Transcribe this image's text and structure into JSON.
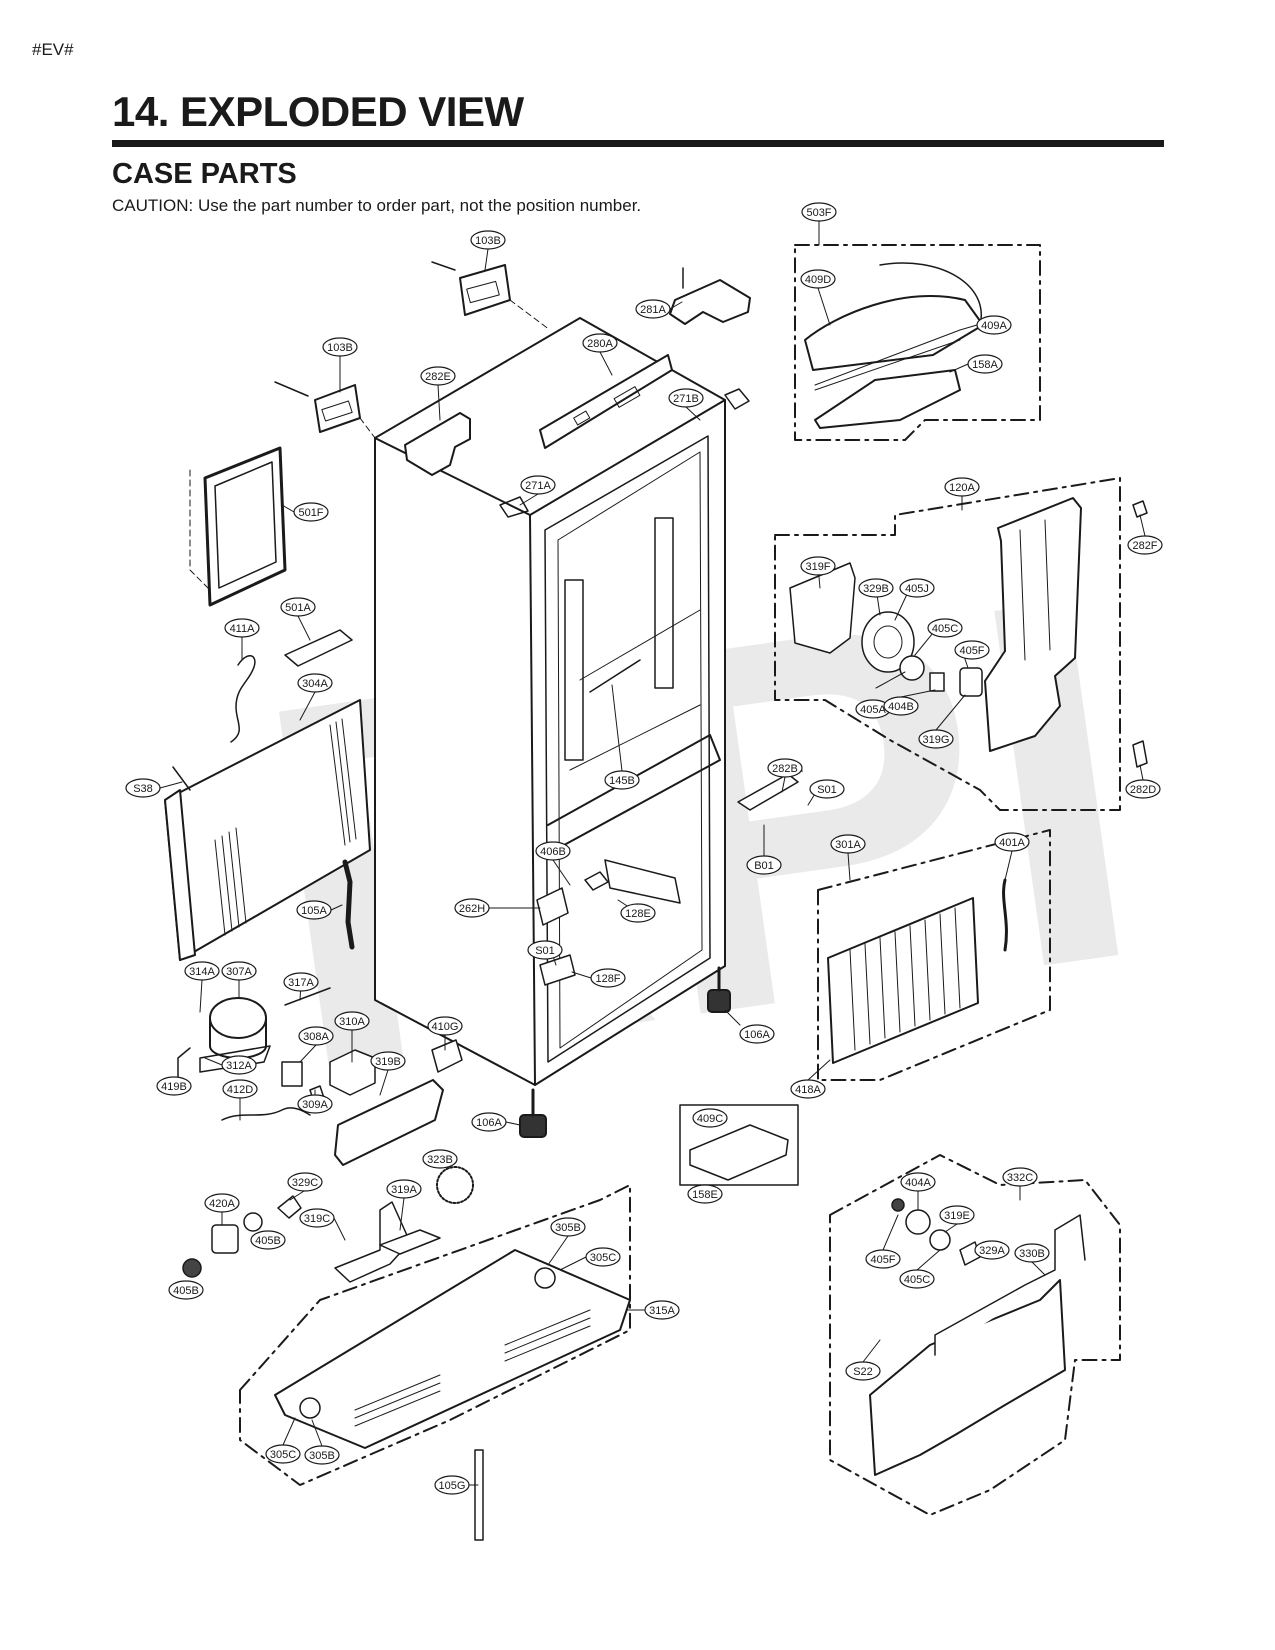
{
  "header": {
    "tag": "#EV#",
    "title": "14. EXPLODED VIEW",
    "subtitle": "CASE PARTS",
    "caution": "CAUTION: Use the part number to order part, not the position number."
  },
  "watermark": "RPI",
  "colors": {
    "ink": "#1a1a1a",
    "paper": "#ffffff",
    "watermark": "#d9d9d9"
  },
  "callouts": [
    {
      "id": "c-103b-top",
      "label": "103B"
    },
    {
      "id": "c-281a",
      "label": "281A"
    },
    {
      "id": "c-280a",
      "label": "280A"
    },
    {
      "id": "c-103b-left",
      "label": "103B"
    },
    {
      "id": "c-282e",
      "label": "282E"
    },
    {
      "id": "c-271b",
      "label": "271B"
    },
    {
      "id": "c-271a",
      "label": "271A"
    },
    {
      "id": "c-501f",
      "label": "501F"
    },
    {
      "id": "c-501a",
      "label": "501A"
    },
    {
      "id": "c-411a",
      "label": "411A"
    },
    {
      "id": "c-304a",
      "label": "304A"
    },
    {
      "id": "c-s38",
      "label": "S38"
    },
    {
      "id": "c-145b",
      "label": "145B"
    },
    {
      "id": "c-282b",
      "label": "282B"
    },
    {
      "id": "c-s01-right",
      "label": "S01"
    },
    {
      "id": "c-b01",
      "label": "B01"
    },
    {
      "id": "c-406b",
      "label": "406B"
    },
    {
      "id": "c-262h",
      "label": "262H"
    },
    {
      "id": "c-128e",
      "label": "128E"
    },
    {
      "id": "c-s01-mid",
      "label": "S01"
    },
    {
      "id": "c-128f",
      "label": "128F"
    },
    {
      "id": "c-105a",
      "label": "105A"
    },
    {
      "id": "c-106a-right",
      "label": "106A"
    },
    {
      "id": "c-106a-left",
      "label": "106A"
    },
    {
      "id": "c-314a",
      "label": "314A"
    },
    {
      "id": "c-307a",
      "label": "307A"
    },
    {
      "id": "c-317a",
      "label": "317A"
    },
    {
      "id": "c-310a",
      "label": "310A"
    },
    {
      "id": "c-308a",
      "label": "308A"
    },
    {
      "id": "c-410g",
      "label": "410G"
    },
    {
      "id": "c-319b",
      "label": "319B"
    },
    {
      "id": "c-312a",
      "label": "312A"
    },
    {
      "id": "c-419b",
      "label": "419B"
    },
    {
      "id": "c-309a",
      "label": "309A"
    },
    {
      "id": "c-412d",
      "label": "412D"
    },
    {
      "id": "c-503f",
      "label": "503F"
    },
    {
      "id": "c-409d",
      "label": "409D"
    },
    {
      "id": "c-409a",
      "label": "409A"
    },
    {
      "id": "c-158a",
      "label": "158A"
    },
    {
      "id": "c-120a",
      "label": "120A"
    },
    {
      "id": "c-282f",
      "label": "282F"
    },
    {
      "id": "c-319f",
      "label": "319F"
    },
    {
      "id": "c-329b",
      "label": "329B"
    },
    {
      "id": "c-405j",
      "label": "405J"
    },
    {
      "id": "c-405c-upper",
      "label": "405C"
    },
    {
      "id": "c-405f-upper",
      "label": "405F"
    },
    {
      "id": "c-405a",
      "label": "405A"
    },
    {
      "id": "c-404b",
      "label": "404B"
    },
    {
      "id": "c-319g",
      "label": "319G"
    },
    {
      "id": "c-282d",
      "label": "282D"
    },
    {
      "id": "c-301a",
      "label": "301A"
    },
    {
      "id": "c-401a",
      "label": "401A"
    },
    {
      "id": "c-418a",
      "label": "418A"
    },
    {
      "id": "c-409c",
      "label": "409C"
    },
    {
      "id": "c-158e",
      "label": "158E"
    },
    {
      "id": "c-323b",
      "label": "323B"
    },
    {
      "id": "c-329c",
      "label": "329C"
    },
    {
      "id": "c-319a",
      "label": "319A"
    },
    {
      "id": "c-420a",
      "label": "420A"
    },
    {
      "id": "c-319c",
      "label": "319C"
    },
    {
      "id": "c-405b-right",
      "label": "405B"
    },
    {
      "id": "c-405b-left",
      "label": "405B"
    },
    {
      "id": "c-305b-top",
      "label": "305B"
    },
    {
      "id": "c-305c-top",
      "label": "305C"
    },
    {
      "id": "c-315a",
      "label": "315A"
    },
    {
      "id": "c-305c-bottom",
      "label": "305C"
    },
    {
      "id": "c-305b-bottom",
      "label": "305B"
    },
    {
      "id": "c-105g",
      "label": "105G"
    },
    {
      "id": "c-332c",
      "label": "332C"
    },
    {
      "id": "c-404a",
      "label": "404A"
    },
    {
      "id": "c-319e",
      "label": "319E"
    },
    {
      "id": "c-405f-lower",
      "label": "405F"
    },
    {
      "id": "c-329a",
      "label": "329A"
    },
    {
      "id": "c-330b",
      "label": "330B"
    },
    {
      "id": "c-405c-lower",
      "label": "405C"
    },
    {
      "id": "c-s22",
      "label": "S22"
    }
  ]
}
